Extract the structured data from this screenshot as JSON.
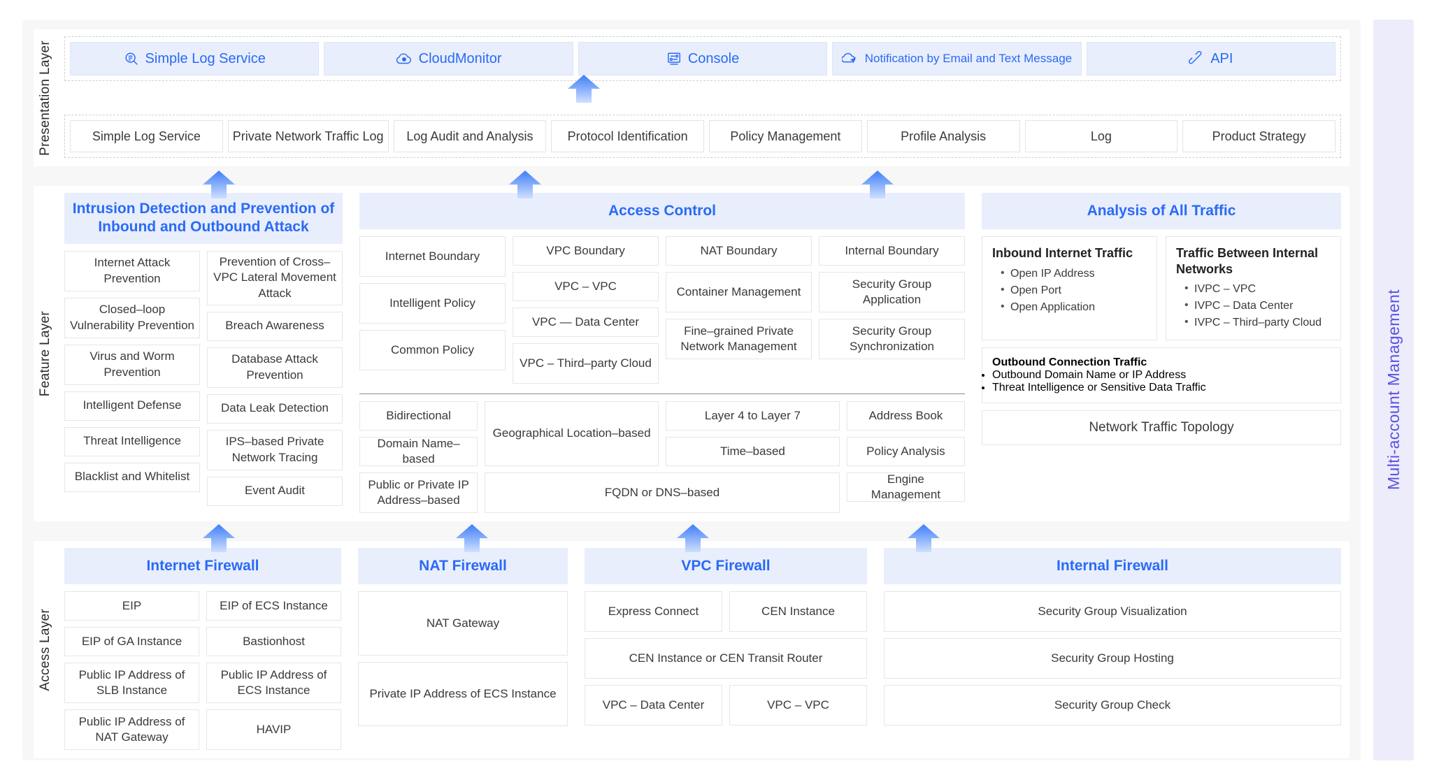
{
  "layers": {
    "presentation": "Presentation Layer",
    "feature": "Feature Layer",
    "access": "Access Layer"
  },
  "rail": {
    "label": "Multi-account Management"
  },
  "presentation": {
    "channels": [
      {
        "label": "Simple Log Service",
        "icon": "log-search-icon"
      },
      {
        "label": "CloudMonitor",
        "icon": "cloud-monitor-icon"
      },
      {
        "label": "Console",
        "icon": "console-icon"
      },
      {
        "label": "Notification by Email and Text Message",
        "icon": "cloud-send-icon"
      },
      {
        "label": "API",
        "icon": "api-icon"
      }
    ],
    "modules": [
      "Simple Log Service",
      "Private Network Traffic Log",
      "Log Audit and Analysis",
      "Protocol Identification",
      "Policy Management",
      "Profile Analysis",
      "Log",
      "Product Strategy"
    ]
  },
  "feature": {
    "intrusion": {
      "title": "Intrusion Detection and Prevention of Inbound and Outbound Attack",
      "left": [
        "Internet Attack Prevention",
        "Closed–loop Vulnerability Prevention",
        "Virus and Worm Prevention",
        "Intelligent Defense",
        "Threat Intelligence",
        "Blacklist and Whitelist"
      ],
      "right": [
        "Prevention of Cross–VPC Lateral Movement Attack",
        "Breach Awareness",
        "Database Attack Prevention",
        "Data Leak Detection",
        "IPS–based Private Network Tracing",
        "Event Audit"
      ]
    },
    "access_control": {
      "title": "Access Control",
      "top": {
        "col1": [
          "Internet Boundary",
          "Intelligent Policy",
          "Common Policy"
        ],
        "col2": [
          "VPC Boundary",
          "VPC – VPC",
          "VPC — Data Center",
          "VPC – Third–party Cloud"
        ],
        "col3": [
          "NAT Boundary",
          "Container Management",
          "Fine–grained Private Network Management"
        ],
        "col4": [
          "Internal Boundary",
          "Security Group Application",
          "Security Group Synchronization"
        ]
      },
      "bottom": {
        "col1": [
          "Bidirectional",
          "Domain Name–based",
          "Public or Private IP Address–based"
        ],
        "col2_top": "Geographical Location–based",
        "col3_top": [
          "Layer 4 to Layer 7",
          "Time–based"
        ],
        "wide": "FQDN or DNS–based",
        "col4": [
          "Address Book",
          "Policy Analysis",
          "Engine Management"
        ]
      }
    },
    "analysis": {
      "title": "Analysis of All Traffic",
      "inbound": {
        "heading": "Inbound Internet Traffic",
        "items": [
          "Open IP Address",
          "Open Port",
          "Open Application"
        ]
      },
      "internal": {
        "heading": "Traffic Between Internal Networks",
        "items": [
          "IVPC – VPC",
          "IVPC – Data Center",
          "IVPC – Third–party Cloud"
        ]
      },
      "outbound": {
        "heading": "Outbound Connection Traffic",
        "items": [
          "Outbound Domain Name or IP Address",
          "Threat Intelligence or Sensitive Data Traffic"
        ]
      },
      "topology": "Network Traffic Topology"
    }
  },
  "access_layer": {
    "internet_firewall": {
      "title": "Internet Firewall",
      "left": [
        "EIP",
        "EIP of GA Instance",
        "Public IP Address of SLB Instance",
        "Public IP Address of NAT Gateway"
      ],
      "right": [
        "EIP of ECS Instance",
        "Bastionhost",
        "Public IP Address of ECS Instance",
        "HAVIP"
      ]
    },
    "nat_firewall": {
      "title": "NAT Firewall",
      "items": [
        "NAT Gateway",
        "Private IP Address of ECS Instance"
      ]
    },
    "vpc_firewall": {
      "title": "VPC Firewall",
      "row1": [
        "Express Connect",
        "CEN Instance"
      ],
      "row2": "CEN Instance or CEN Transit Router",
      "row3": [
        "VPC – Data Center",
        "VPC – VPC"
      ]
    },
    "internal_firewall": {
      "title": "Internal Firewall",
      "items": [
        "Security Group Visualization",
        "Security Group Hosting",
        "Security Group Check"
      ]
    }
  },
  "colors": {
    "accent": "#2a6af5",
    "chip_bg": "#e8eefc",
    "rail_bg": "#edecfb",
    "rail_text": "#5b53e0",
    "canvas": "#f7f7f8"
  }
}
